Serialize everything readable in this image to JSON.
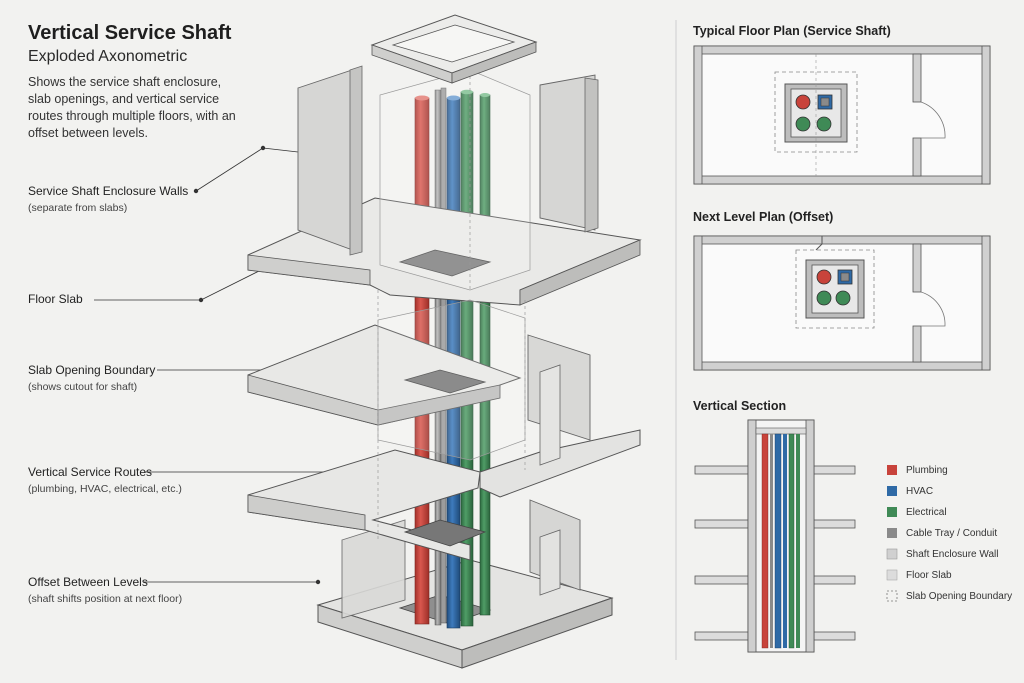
{
  "header": {
    "title": "Vertical Service Shaft",
    "subtitle": "Exploded Axonometric",
    "description": "Shows the service shaft enclosure, slab openings, and vertical service routes through multiple floors, with an offset between levels."
  },
  "callouts": [
    {
      "title": "Service Shaft Enclosure Walls",
      "subtitle": "(separate from slabs)"
    },
    {
      "title": "Floor Slab",
      "subtitle": ""
    },
    {
      "title": "Slab Opening Boundary",
      "subtitle": "(shows cutout for shaft)"
    },
    {
      "title": "Vertical Service Routes",
      "subtitle": "(plumbing, HVAC, electrical, etc.)"
    },
    {
      "title": "Offset Between Levels",
      "subtitle": "(shaft shifts position at next floor)"
    }
  ],
  "panels": {
    "typical_plan": "Typical Floor Plan (Service Shaft)",
    "next_plan": "Next Level Plan (Offset)",
    "section": "Vertical Section"
  },
  "legend": [
    {
      "label": "Plumbing",
      "color": "#c8433b",
      "style": "solid"
    },
    {
      "label": "HVAC",
      "color": "#2f6aa6",
      "style": "solid"
    },
    {
      "label": "Electrical",
      "color": "#3f8a56",
      "style": "solid"
    },
    {
      "label": "Cable Tray / Conduit",
      "color": "#8a8a8a",
      "style": "solid"
    },
    {
      "label": "Shaft Enclosure Wall",
      "color": "#d0d0d0",
      "style": "solid"
    },
    {
      "label": "Floor Slab",
      "color": "#dcdcdc",
      "style": "solid"
    },
    {
      "label": "Slab Opening Boundary",
      "color": "#777777",
      "style": "dashed"
    }
  ],
  "colors": {
    "plumbing": "#c8433b",
    "hvac": "#2f6aa6",
    "electrical": "#3f8a56",
    "conduit": "#8a8a8a",
    "wall": "#d0d0d0",
    "slab": "#dcdcdc",
    "background": "#f2f2f0"
  }
}
